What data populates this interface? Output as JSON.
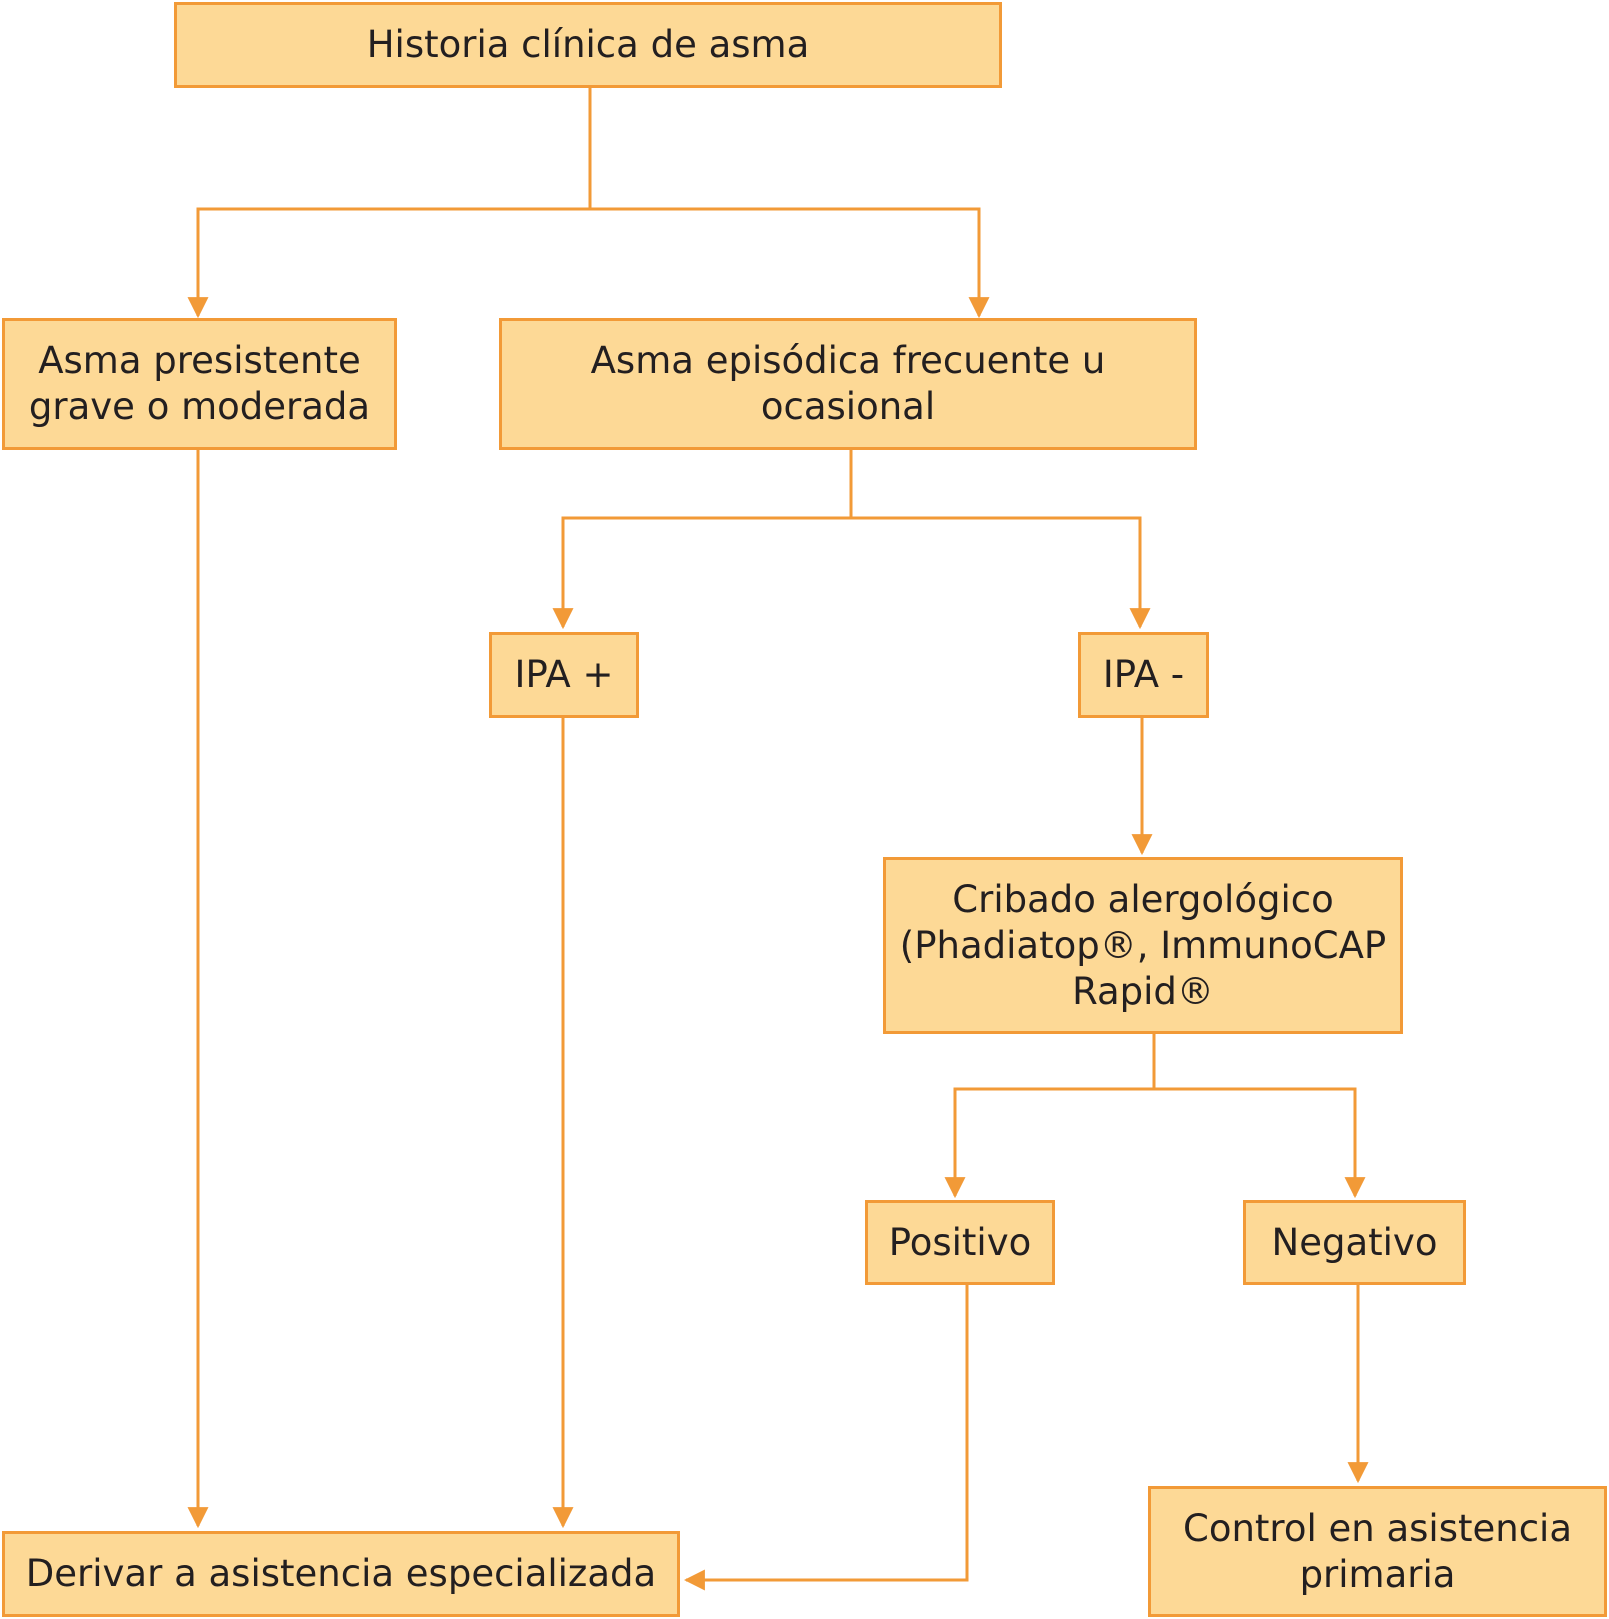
{
  "colors": {
    "box_fill": "#fdd996",
    "box_border": "#f29a37",
    "connector": "#f29a37",
    "text": "#231f20"
  },
  "nodes": {
    "historia": "Historia clínica de asma",
    "persistente": "Asma presistente\ngrave o moderada",
    "episodica": "Asma episódica frecuente u\nocasional",
    "ipa_pos": "IPA +",
    "ipa_neg": "IPA -",
    "cribado": "Cribado alergológico\n(Phadiatop®, ImmunoCAP\nRapid®",
    "positivo": "Positivo",
    "negativo": "Negativo",
    "derivar": "Derivar a asistencia especializada",
    "control": "Control en asistencia\nprimaria"
  },
  "edges": [
    {
      "from": "historia",
      "to": "persistente"
    },
    {
      "from": "historia",
      "to": "episodica"
    },
    {
      "from": "persistente",
      "to": "derivar"
    },
    {
      "from": "episodica",
      "to": "ipa_pos"
    },
    {
      "from": "episodica",
      "to": "ipa_neg"
    },
    {
      "from": "ipa_pos",
      "to": "derivar"
    },
    {
      "from": "ipa_neg",
      "to": "cribado"
    },
    {
      "from": "cribado",
      "to": "positivo"
    },
    {
      "from": "cribado",
      "to": "negativo"
    },
    {
      "from": "positivo",
      "to": "derivar"
    },
    {
      "from": "negativo",
      "to": "control"
    }
  ]
}
